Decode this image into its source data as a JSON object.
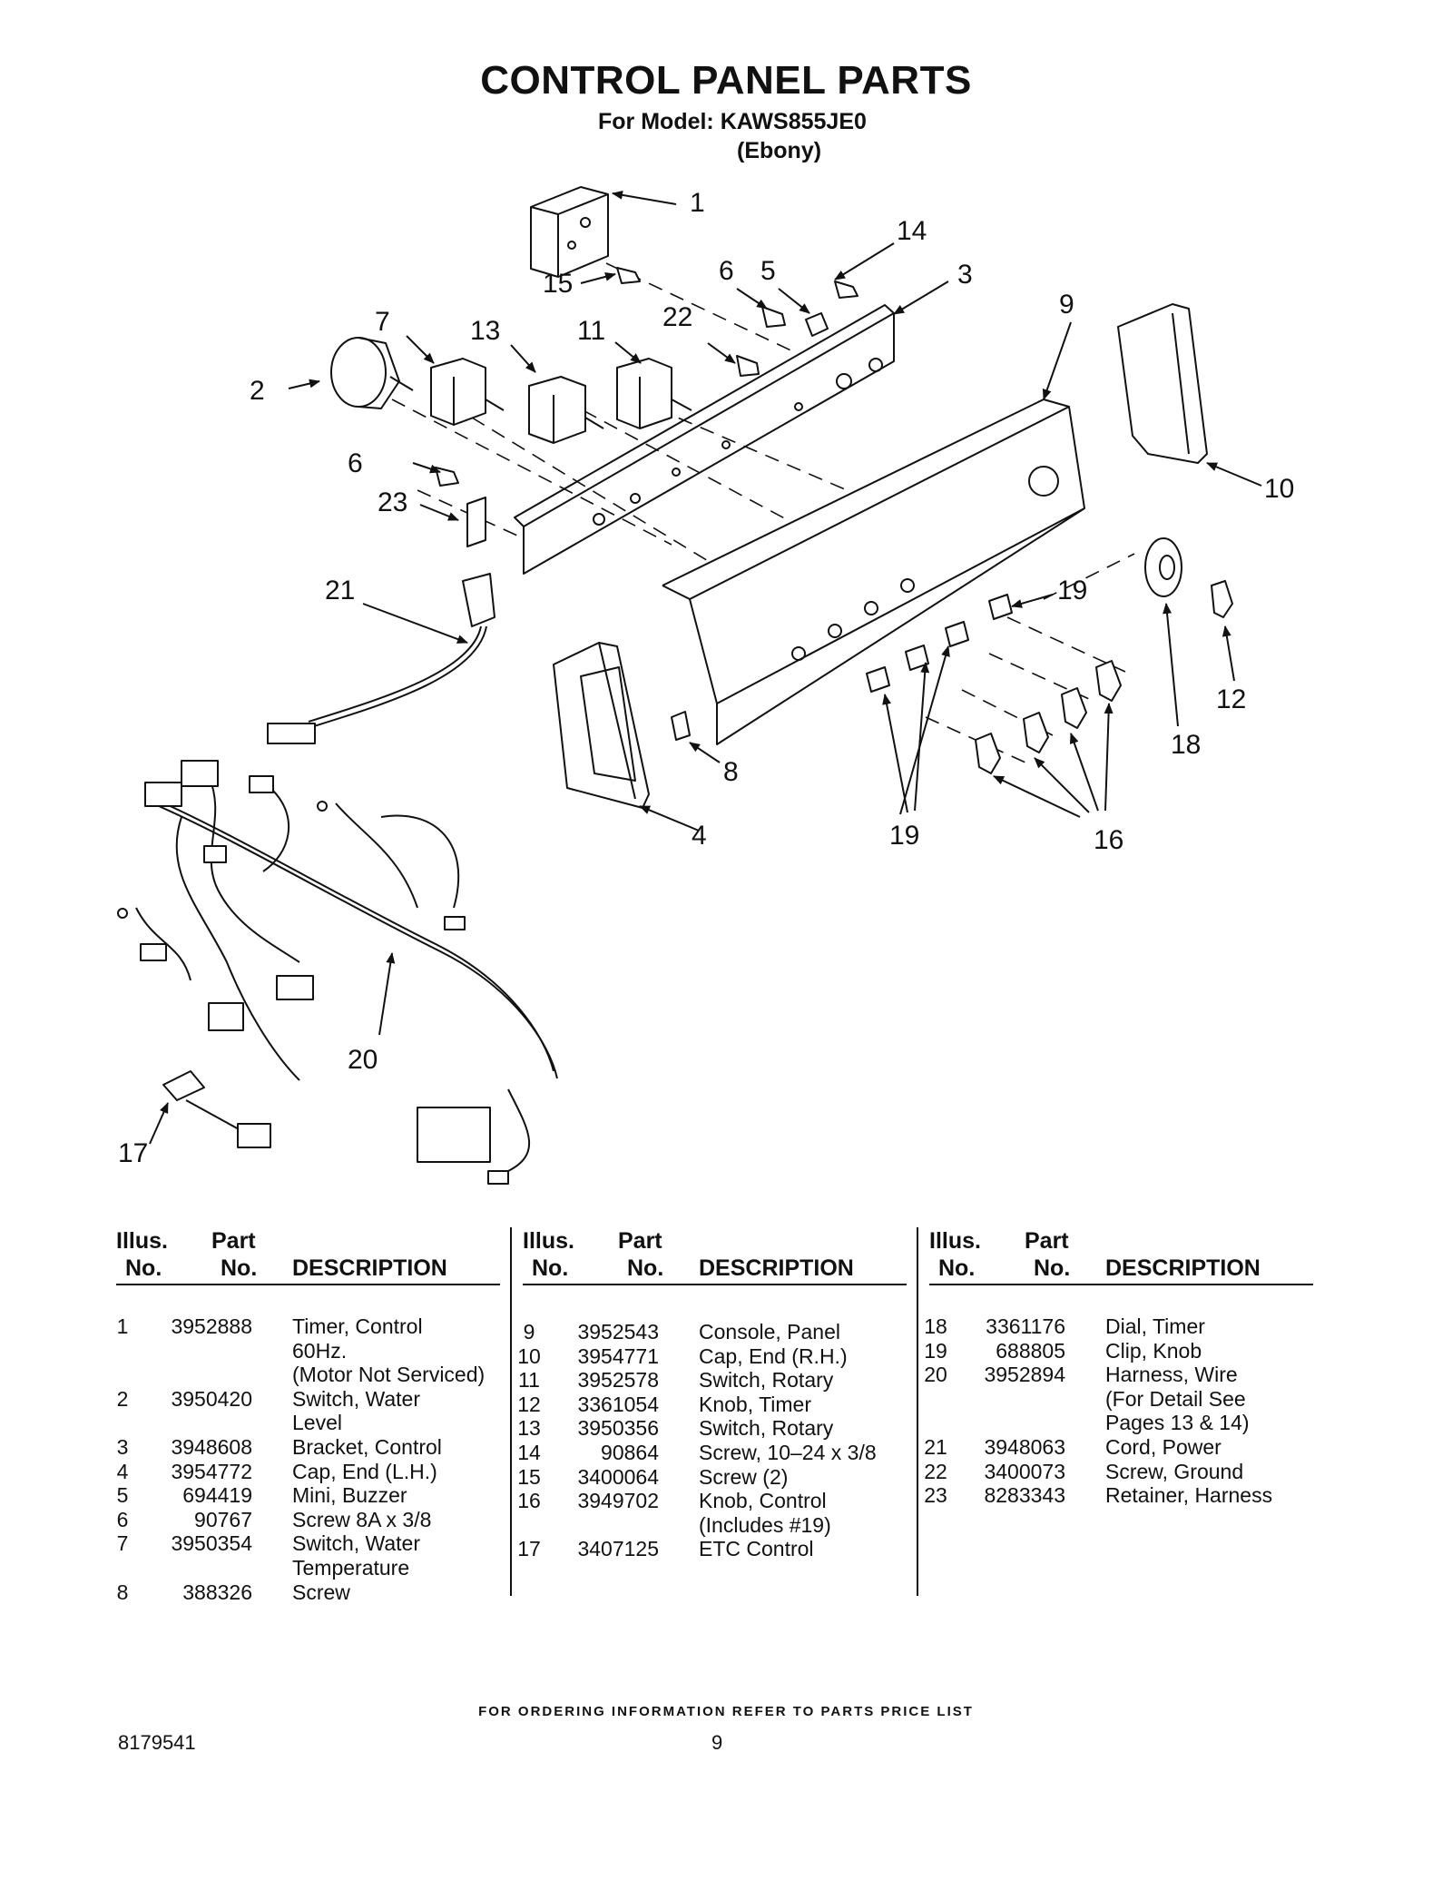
{
  "header": {
    "title": "CONTROL PANEL PARTS",
    "model": "For Model: KAWS855JE0",
    "color": "(Ebony)"
  },
  "diagram": {
    "callouts": [
      "1",
      "2",
      "3",
      "4",
      "5",
      "6",
      "6",
      "7",
      "8",
      "9",
      "10",
      "11",
      "12",
      "13",
      "14",
      "15",
      "16",
      "17",
      "18",
      "19",
      "19",
      "20",
      "21",
      "22",
      "23"
    ]
  },
  "table": {
    "headers": {
      "illus_1": "Illus.",
      "illus_2": "No.",
      "part_1": "Part",
      "part_2": "No.",
      "desc": "DESCRIPTION"
    },
    "columns": [
      [
        {
          "illus": "1",
          "part": "3952888",
          "desc": "Timer, Control\n60Hz.\n(Motor Not Serviced)"
        },
        {
          "illus": "2",
          "part": "3950420",
          "desc": "Switch, Water\nLevel"
        },
        {
          "illus": "3",
          "part": "3948608",
          "desc": "Bracket, Control"
        },
        {
          "illus": "4",
          "part": "3954772",
          "desc": "Cap, End (L.H.)"
        },
        {
          "illus": "5",
          "part": "694419",
          "desc": "Mini, Buzzer"
        },
        {
          "illus": "6",
          "part": "90767",
          "desc": "Screw 8A x 3/8"
        },
        {
          "illus": "7",
          "part": "3950354",
          "desc": "Switch, Water\nTemperature"
        },
        {
          "illus": "8",
          "part": "388326",
          "desc": "Screw"
        }
      ],
      [
        {
          "illus": "9",
          "part": "3952543",
          "desc": "Console, Panel"
        },
        {
          "illus": "10",
          "part": "3954771",
          "desc": "Cap, End (R.H.)"
        },
        {
          "illus": "11",
          "part": "3952578",
          "desc": "Switch, Rotary"
        },
        {
          "illus": "12",
          "part": "3361054",
          "desc": "Knob, Timer"
        },
        {
          "illus": "13",
          "part": "3950356",
          "desc": "Switch, Rotary"
        },
        {
          "illus": "14",
          "part": "90864",
          "desc": "Screw, 10–24 x 3/8"
        },
        {
          "illus": "15",
          "part": "3400064",
          "desc": "Screw (2)"
        },
        {
          "illus": "16",
          "part": "3949702",
          "desc": "Knob, Control\n(Includes #19)"
        },
        {
          "illus": "17",
          "part": "3407125",
          "desc": "ETC Control"
        }
      ],
      [
        {
          "illus": "18",
          "part": "3361176",
          "desc": "Dial, Timer"
        },
        {
          "illus": "19",
          "part": "688805",
          "desc": "Clip, Knob"
        },
        {
          "illus": "20",
          "part": "3952894",
          "desc": "Harness, Wire\n(For Detail See\nPages 13 & 14)"
        },
        {
          "illus": "21",
          "part": "3948063",
          "desc": "Cord, Power"
        },
        {
          "illus": "22",
          "part": "3400073",
          "desc": "Screw, Ground"
        },
        {
          "illus": "23",
          "part": "8283343",
          "desc": "Retainer, Harness"
        }
      ]
    ]
  },
  "footer": {
    "ordering": "FOR ORDERING INFORMATION REFER TO PARTS PRICE LIST",
    "doc_number": "8179541",
    "page_number": "9"
  }
}
